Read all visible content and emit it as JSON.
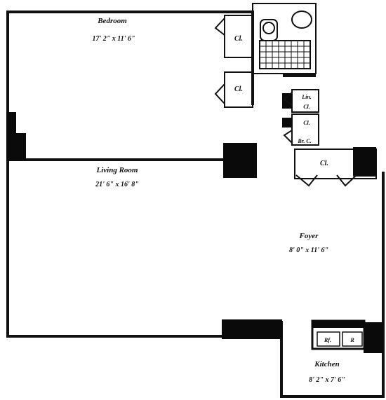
{
  "rooms": {
    "bedroom": {
      "name": "Bedroom",
      "dims": "17' 2\" x 11' 6\""
    },
    "living_room": {
      "name": "Living Room",
      "dims": "21' 6\" x 16' 8\""
    },
    "foyer": {
      "name": "Foyer",
      "dims": "8' 0\" x 11' 6\""
    },
    "kitchen": {
      "name": "Kitchen",
      "dims": "8' 2\" x 7' 6\""
    }
  },
  "closets": {
    "bedroom_upper": "Cl.",
    "bedroom_lower": "Cl.",
    "linen_top": "Lin.",
    "linen_bottom": "Cl.",
    "hall_closet": "Cl.",
    "hall_small": "Br. C.",
    "foyer_closet": "Cl."
  },
  "kitchen_labels": {
    "refrigerator": "Rf.",
    "range": "R"
  }
}
